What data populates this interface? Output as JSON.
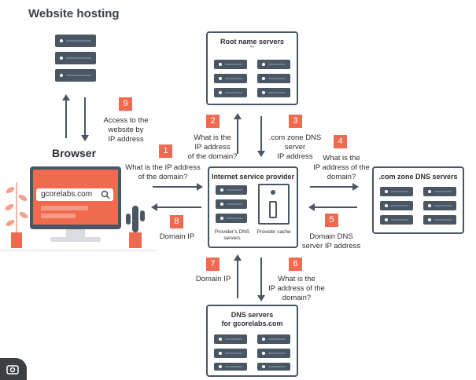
{
  "title": "Website hosting",
  "browser_label": "Browser",
  "url_text": "gcorelabs.com",
  "root_servers": {
    "title": "Root name servers",
    "dots": "••"
  },
  "isp": {
    "title": "Internet service provider",
    "dns_label": "Provider's DNS servers",
    "cache_label": "Provider cache"
  },
  "com_zone": {
    "title": ".com zone DNS servers"
  },
  "dns_servers": {
    "title_line1": "DNS servers",
    "title_line2": "for gcorelabs.com"
  },
  "steps": [
    {
      "num": "1",
      "text_line1": "What is the IP address",
      "text_line2": "of the domain?"
    },
    {
      "num": "2",
      "text_line1": "What is the",
      "text_line2": "IP address",
      "text_line3": "of the domain?"
    },
    {
      "num": "3",
      "text_line1": ".com zone DNS",
      "text_line2": "server",
      "text_line3": "IP address"
    },
    {
      "num": "4",
      "text_line1": "What is the",
      "text_line2": "IP address of the",
      "text_line3": "domain?"
    },
    {
      "num": "5",
      "text_line1": "Domain DNS",
      "text_line2": "server IP address"
    },
    {
      "num": "6",
      "text_line1": "What is the",
      "text_line2": "IP address of the",
      "text_line3": "domain?"
    },
    {
      "num": "7",
      "text_line1": "Domain IP"
    },
    {
      "num": "8",
      "text_line1": "Domain IP"
    },
    {
      "num": "9",
      "text_line1": "Access to the",
      "text_line2": "website by",
      "text_line3": "IP address"
    }
  ],
  "colors": {
    "accent": "#f06a4f",
    "dark": "#4a5663"
  }
}
